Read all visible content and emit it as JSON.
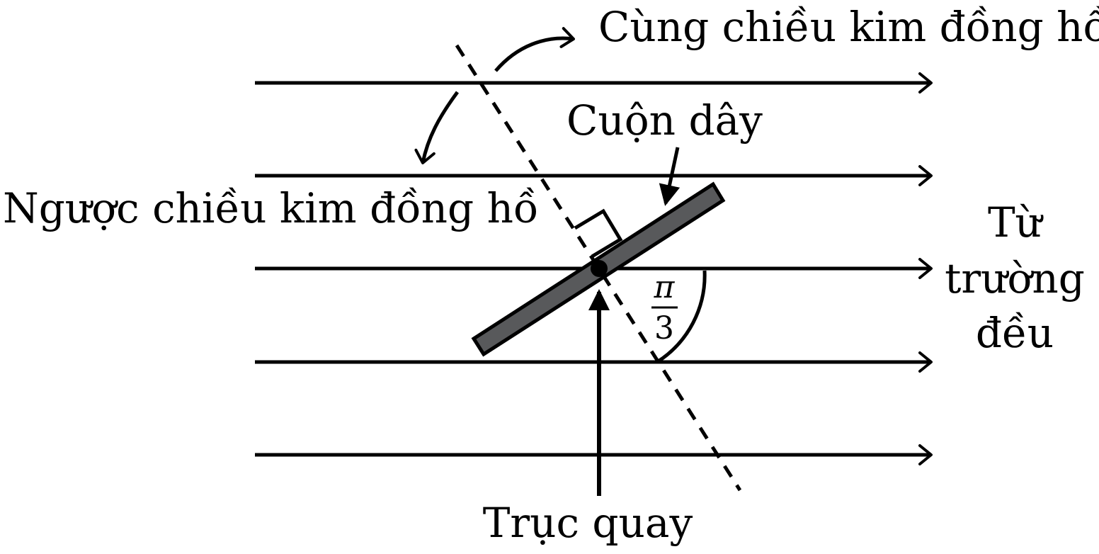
{
  "labels": {
    "clockwise": "Cùng chiều kim đồng hồ",
    "counterclockwise": "Ngược chiều kim đồng hồ",
    "coil": "Cuộn dây",
    "field_line1": "Từ",
    "field_line2": "trường",
    "field_line3": "đều",
    "axis": "Trục quay",
    "angle_numerator": "π",
    "angle_denominator": "3"
  },
  "colors": {
    "line": "#000000",
    "coil_fill": "#58595b",
    "background": "#ffffff"
  }
}
